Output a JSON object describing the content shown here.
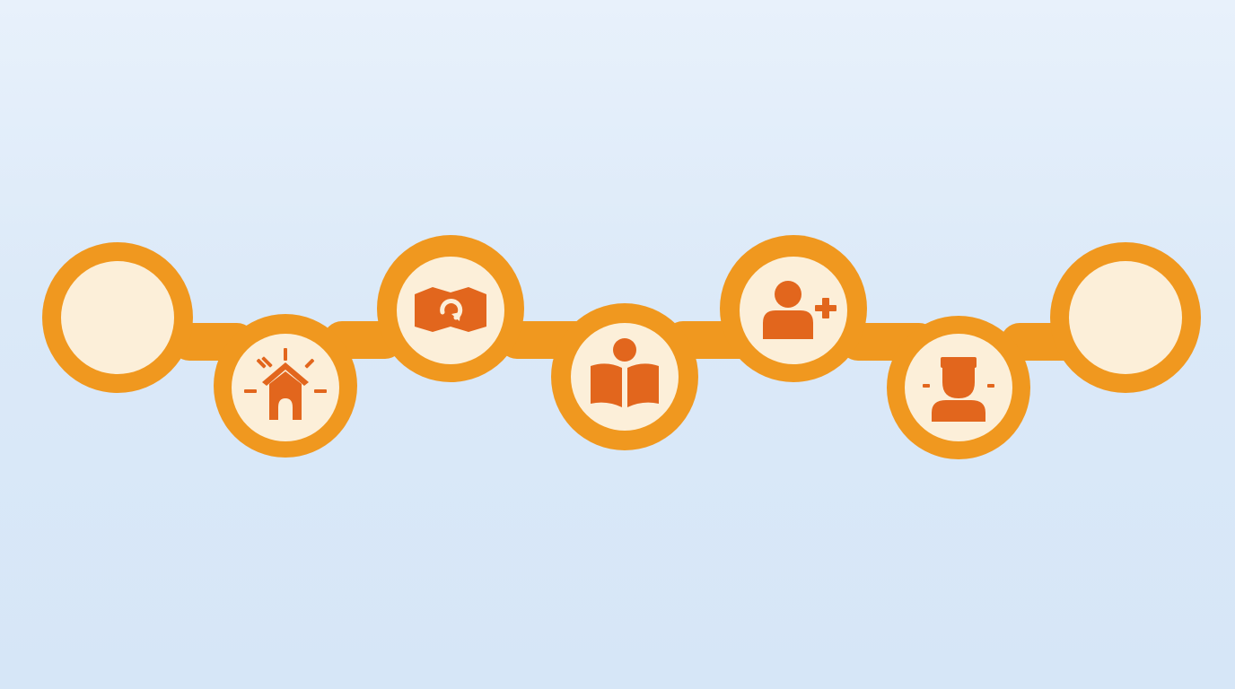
{
  "colors": {
    "background_top": "#e8f1fb",
    "background_bottom": "#d6e6f7",
    "ring": "#f0981f",
    "node_fill": "#fcefd9",
    "icon": "#e2661d"
  },
  "nodes": [
    {
      "id": "node-1",
      "icon": "none"
    },
    {
      "id": "node-2",
      "icon": "house-with-rays-icon"
    },
    {
      "id": "node-3",
      "icon": "banner-rotate-icon"
    },
    {
      "id": "node-4",
      "icon": "person-reading-book-icon"
    },
    {
      "id": "node-5",
      "icon": "add-user-icon"
    },
    {
      "id": "node-6",
      "icon": "person-portrait-icon"
    },
    {
      "id": "node-7",
      "icon": "none"
    }
  ]
}
